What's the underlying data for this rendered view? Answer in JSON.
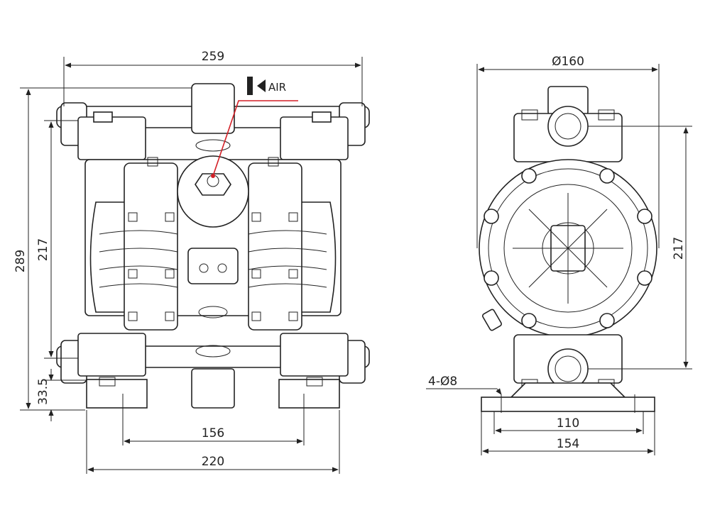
{
  "front_view": {
    "overall_width": "259",
    "overall_height": "289",
    "port_spacing": "217",
    "base_height": "33.5",
    "bolt_spacing": "156",
    "base_width": "220",
    "air_label": "AIR"
  },
  "side_view": {
    "chamber_diameter": "Ø160",
    "port_spacing": "217",
    "mount_holes": "4-Ø8",
    "hole_spacing": "110",
    "base_width": "154"
  }
}
